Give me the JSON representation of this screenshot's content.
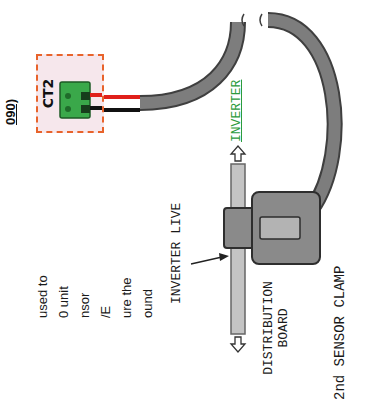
{
  "diagram": {
    "nodes": [
      {
        "text": [
          "CT2"
        ]
      }
    ],
    "labels": [
      "090)",
      "used to",
      "0 unit",
      "nsor",
      "/E",
      "ure the",
      "ound",
      "INVERTER LIVE",
      "INVERTER",
      "DISTRIBUTION BOARD",
      "2nd SENSOR CLAMP"
    ]
  }
}
